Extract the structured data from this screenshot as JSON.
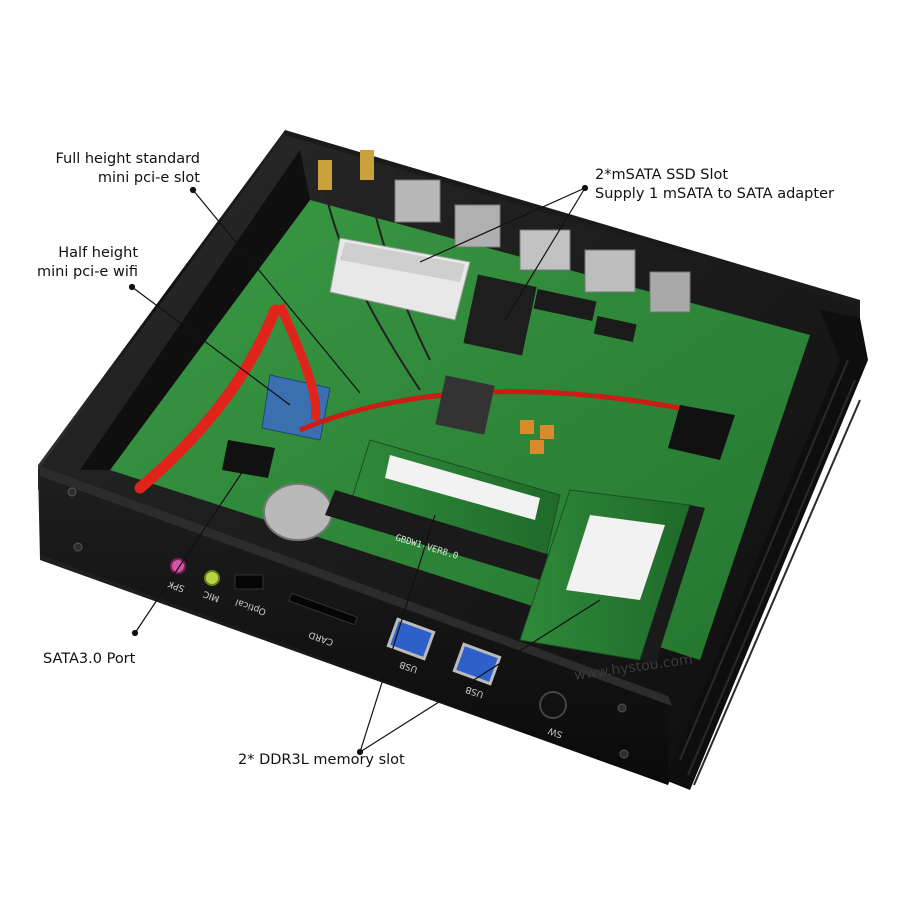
{
  "callouts": {
    "full_height": {
      "line1": "Full height standard",
      "line2": "mini pci-e slot"
    },
    "half_height": {
      "line1": "Half height",
      "line2": "mini pci-e wifi"
    },
    "msata": {
      "line1": "2*mSATA SSD Slot",
      "line2": "Supply 1 mSATA to SATA adapter"
    },
    "sata_port": {
      "line1": "SATA3.0 Port"
    },
    "ddr3l": {
      "line1": "2* DDR3L memory slot"
    }
  },
  "panel_labels": {
    "spk": "SPK",
    "mic": "MIC",
    "optical": "Optical",
    "card": "CARD",
    "usb_left": "USB",
    "usb_right": "USB",
    "sw": "SW"
  },
  "board_text": {
    "silkscreen": "GBDW1-VER8.0",
    "watermark": "www.hystou.com"
  },
  "colors": {
    "chassis": "#151515",
    "pcb": "#2f8a3a",
    "sata_cable": "#e0241b",
    "ram_pcb": "#2c7a36"
  }
}
